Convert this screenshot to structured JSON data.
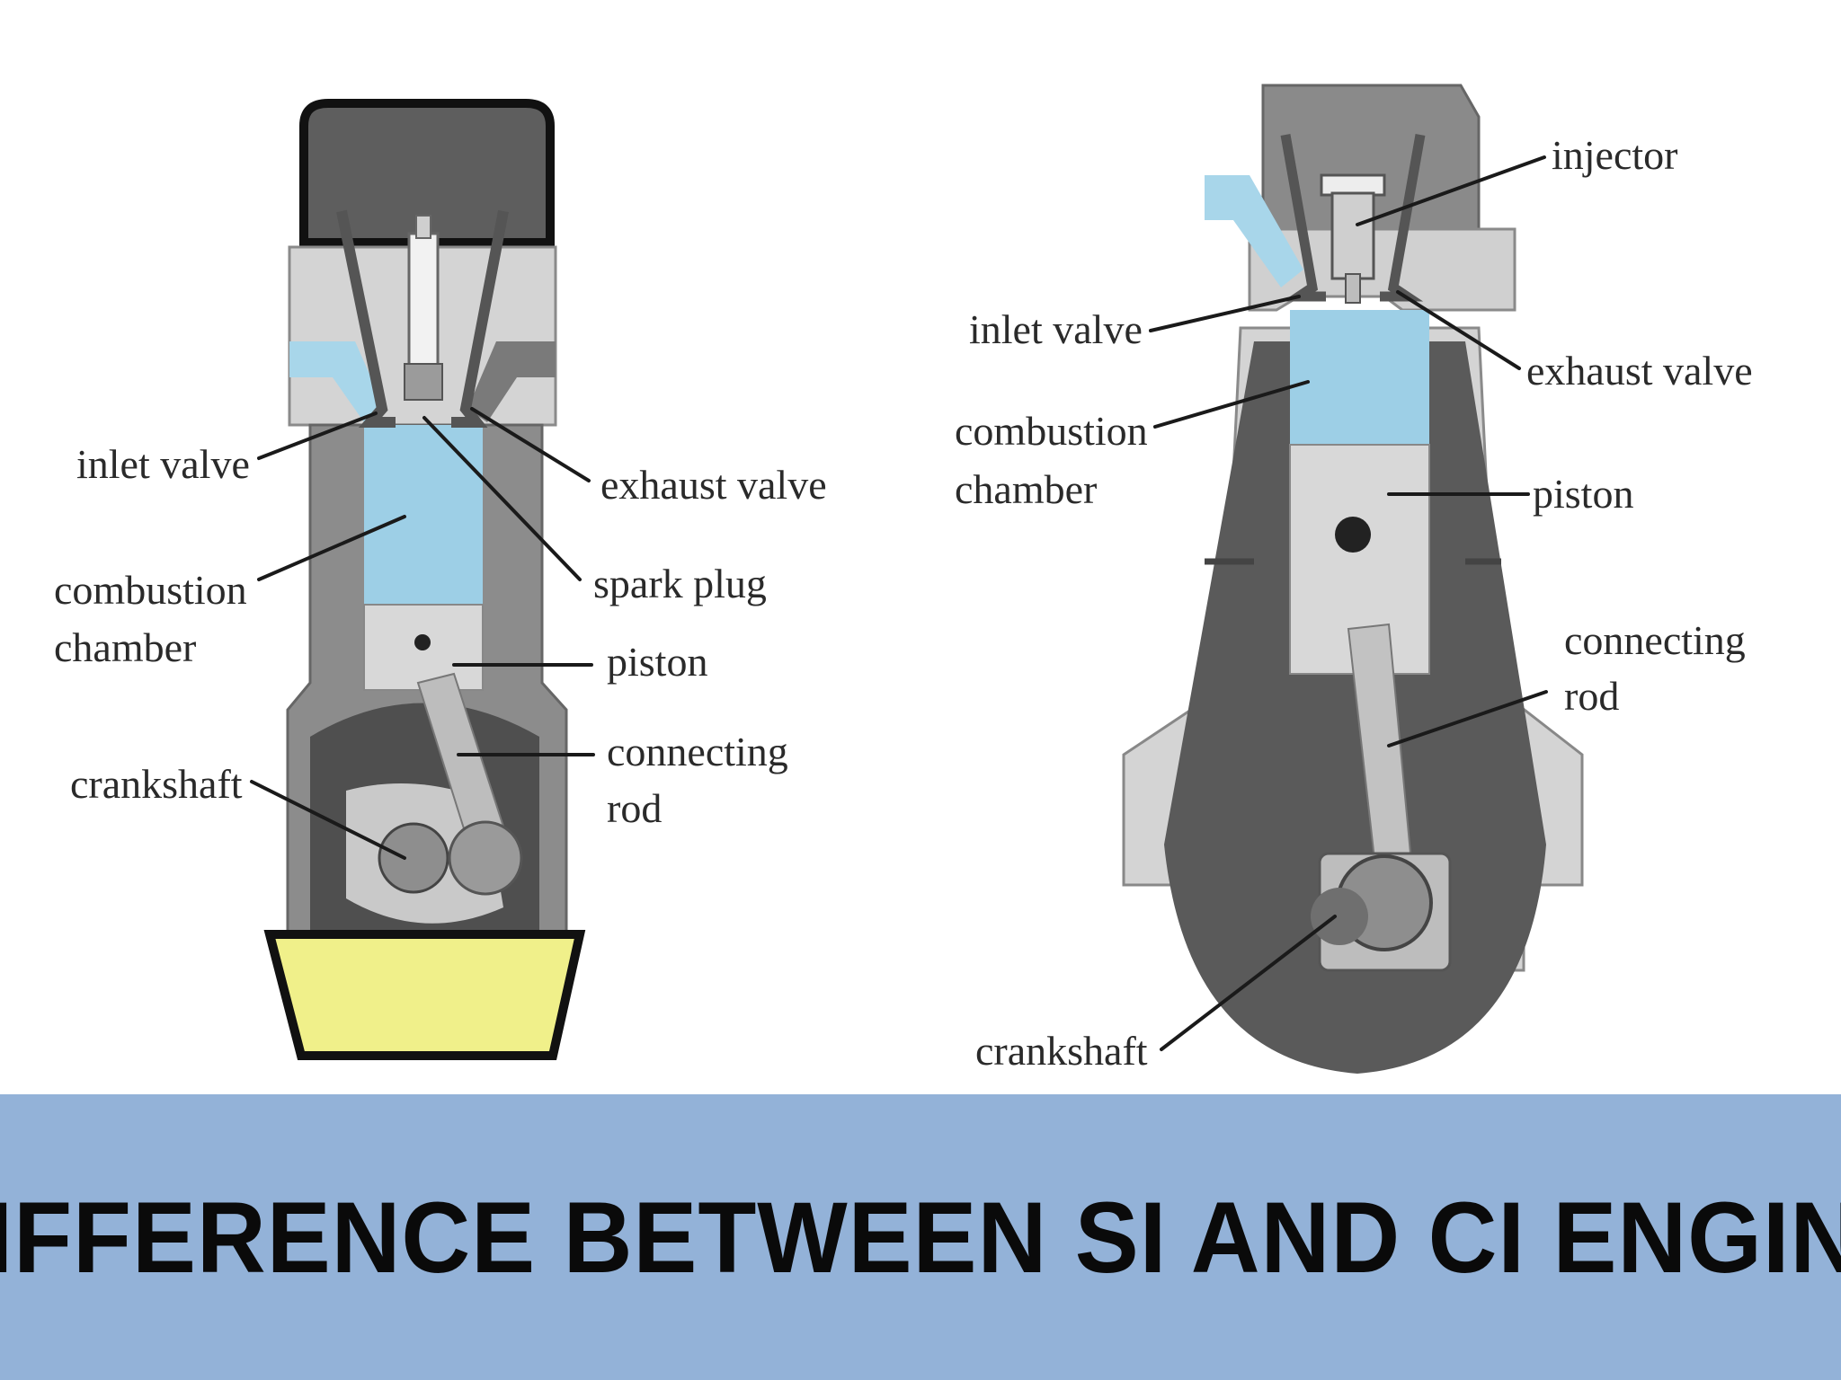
{
  "si_engine": {
    "labels": {
      "inlet_valve": "inlet valve",
      "exhaust_valve": "exhaust valve",
      "combustion_1": "combustion",
      "combustion_2": "chamber",
      "spark_plug": "spark plug",
      "piston": "piston",
      "crankshaft": "crankshaft",
      "connecting_1": "connecting",
      "connecting_2": "rod"
    }
  },
  "ci_engine": {
    "labels": {
      "injector": "injector",
      "inlet_valve": "inlet valve",
      "exhaust_valve": "exhaust valve",
      "combustion_1": "combustion",
      "combustion_2": "chamber",
      "piston": "piston",
      "connecting_1": "connecting",
      "connecting_2": "rod",
      "crankshaft": "crankshaft"
    }
  },
  "banner": {
    "title": "DIFFERENCE BETWEEN SI AND CI ENGINE"
  },
  "colors": {
    "banner_bg": "#93b2d8",
    "chamber_blue": "#9dcfe6",
    "oil_yellow": "#f0f08a",
    "dark_gray": "#5a5a5a",
    "light_gray": "#d2d2d2"
  }
}
